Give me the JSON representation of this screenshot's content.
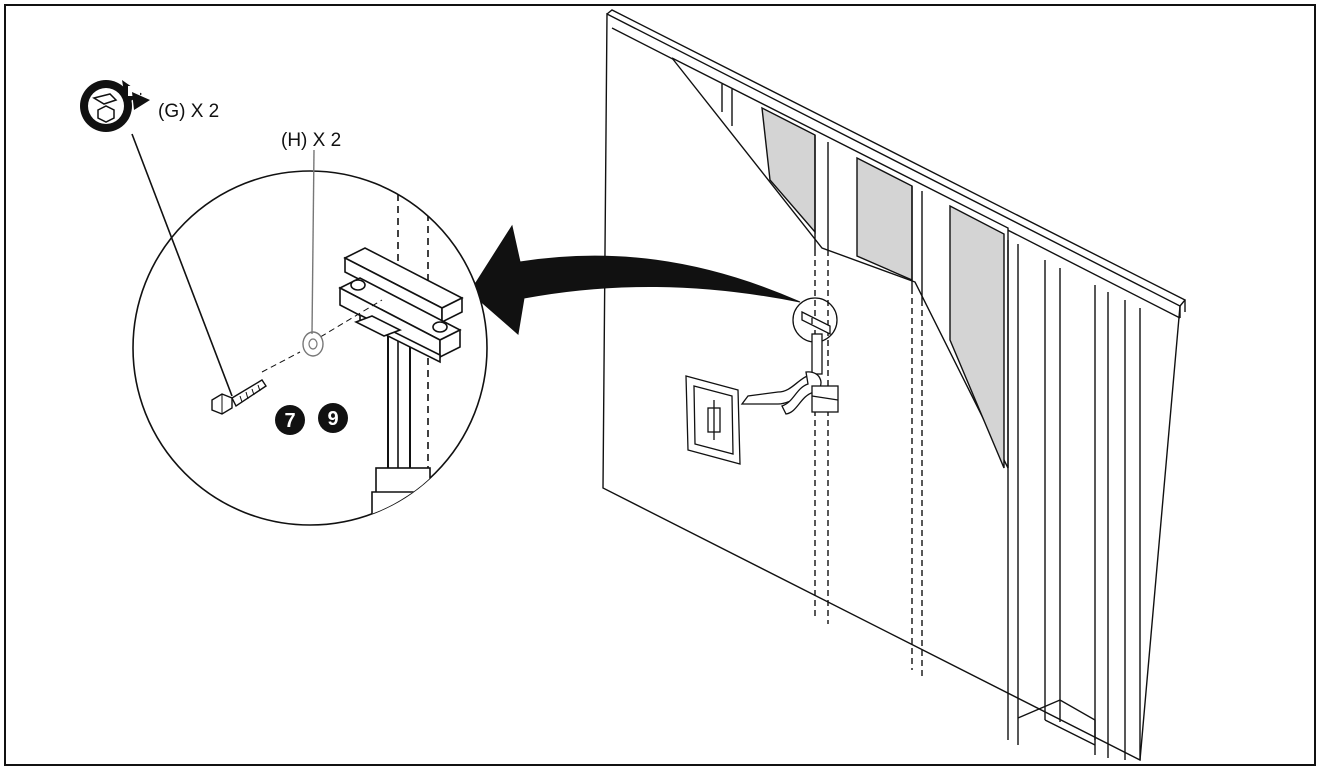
{
  "labels": {
    "bolt_callout": "(G) X 2",
    "washer_callout": "(H) X 2"
  },
  "steps": [
    "7",
    "9"
  ],
  "icons": [
    "wrench-rotate-icon"
  ],
  "colors": {
    "line": "#111111",
    "stud_bay_fill": "#d4d4d4",
    "background": "#ffffff"
  }
}
